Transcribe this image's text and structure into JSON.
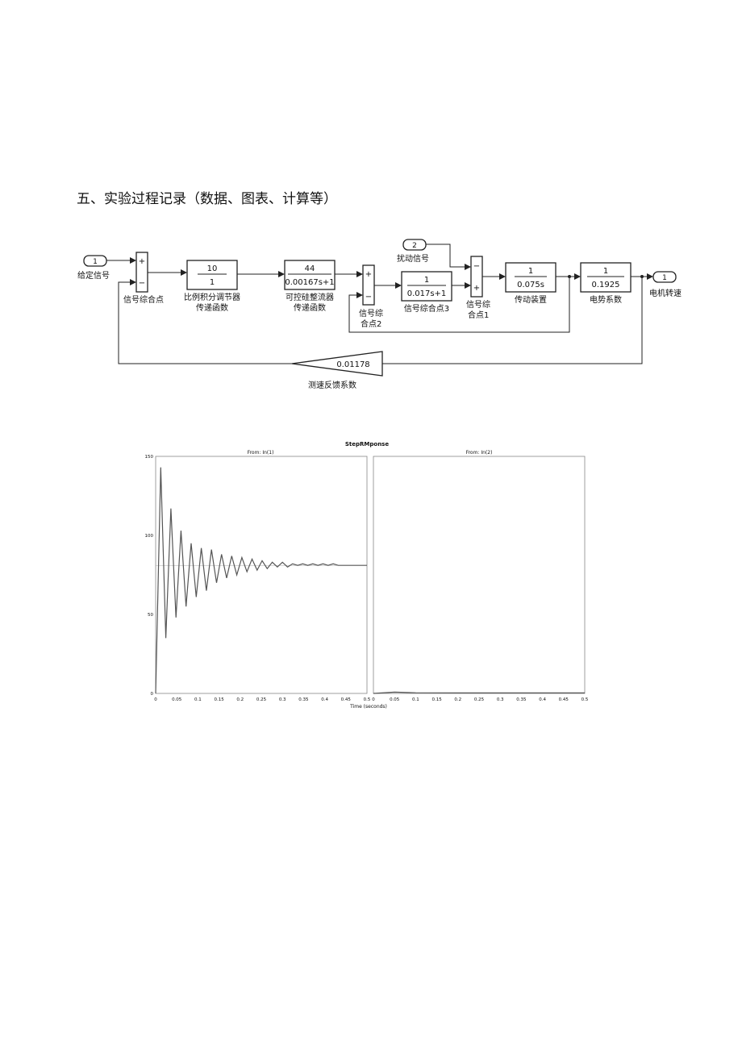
{
  "heading": "五、实验过程记录（数据、图表、计算等）",
  "diagram": {
    "in_port_1": "1",
    "in_port_1_label": "给定信号",
    "sum1_signs": [
      "+",
      "−"
    ],
    "sum1_label": "信号综合点",
    "pi_num": "10",
    "pi_den": "1",
    "pi_label_1": "比例积分调节器",
    "pi_label_2": "传递函数",
    "scr_num": "44",
    "scr_den": "0.00167s+1",
    "scr_label_1": "可控硅整流器",
    "scr_label_2": "传递函数",
    "sum2_signs": [
      "+",
      "−"
    ],
    "sum2_label_1": "信号综",
    "sum2_label_2": "合点2",
    "b3_num": "1",
    "b3_den": "0.017s+1",
    "b3_label": "信号综合点3",
    "in_port_2": "2",
    "in_port_2_label": "扰动信号",
    "sum3_signs": [
      "−",
      "+"
    ],
    "sum3_label_1": "信号综",
    "sum3_label_2": "合点1",
    "b4_num": "1",
    "b4_den": "0.075s",
    "b4_label": "传动装置",
    "b5_num": "1",
    "b5_den": "0.1925",
    "b5_label": "电势系数",
    "out_port": "1",
    "out_port_label": "电机转速",
    "gain_value": "0.01178",
    "gain_label": "测速反馈系数"
  },
  "chart_data": {
    "type": "line",
    "title": "StepRMponse",
    "xlabel": "Time (seconds)",
    "subplots": [
      {
        "title": "From: In(1)",
        "xlim": [
          0,
          0.5
        ],
        "ylim": [
          0,
          150
        ],
        "x_ticks": [
          "0",
          "0.05",
          "0.1",
          "0.15",
          "0.2",
          "0.25",
          "0.3",
          "0.35",
          "0.4",
          "0.45",
          "0.5"
        ],
        "y_ticks": [
          "0",
          "50",
          "100",
          "150"
        ],
        "series": [
          {
            "x": [
              0,
              0.012,
              0.024,
              0.036,
              0.048,
              0.06,
              0.072,
              0.084,
              0.096,
              0.108,
              0.12,
              0.132,
              0.144,
              0.156,
              0.168,
              0.18,
              0.192,
              0.204,
              0.216,
              0.228,
              0.24,
              0.252,
              0.264,
              0.276,
              0.288,
              0.3,
              0.312,
              0.324,
              0.336,
              0.348,
              0.36,
              0.372,
              0.384,
              0.396,
              0.408,
              0.42,
              0.432,
              0.444,
              0.456,
              0.468,
              0.48,
              0.5
            ],
            "values": [
              0,
              143,
              35,
              117,
              48,
              103,
              55,
              95,
              61,
              92,
              65,
              91,
              70,
              88,
              73,
              87,
              75,
              86,
              77,
              85,
              78,
              84,
              79,
              83,
              80,
              83,
              80,
              82,
              81,
              82,
              81,
              82,
              81,
              82,
              81,
              82,
              81,
              81,
              81,
              81,
              81,
              81
            ]
          }
        ],
        "reference_line": 81
      },
      {
        "title": "From: In(2)",
        "xlim": [
          0,
          0.5
        ],
        "ylim": [
          0,
          150
        ],
        "x_ticks": [
          "0",
          "0.05",
          "0.1",
          "0.15",
          "0.2",
          "0.25",
          "0.3",
          "0.35",
          "0.4",
          "0.45",
          "0.5"
        ],
        "series": [
          {
            "x": [
              0,
              0.05,
              0.1,
              0.2,
              0.3,
              0.4,
              0.5
            ],
            "values": [
              0,
              0.8,
              0.4,
              0.3,
              0.3,
              0.3,
              0.3
            ]
          }
        ]
      }
    ]
  }
}
